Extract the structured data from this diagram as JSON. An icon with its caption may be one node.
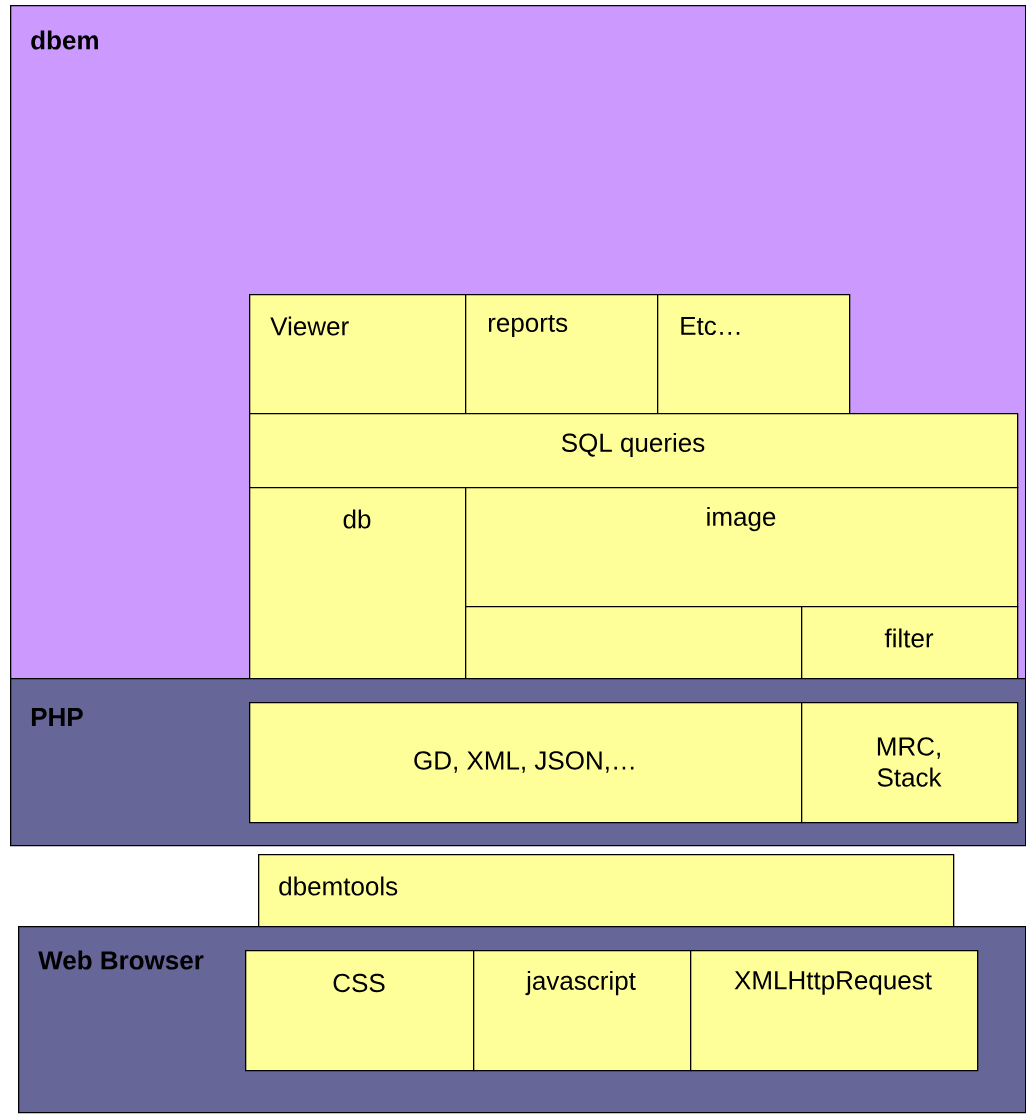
{
  "diagram": {
    "nodes": [
      {
        "text": [
          "dbem"
        ]
      },
      {
        "text": [
          "Viewer"
        ],
        "in": 0
      },
      {
        "text": [
          "reports"
        ],
        "in": 0
      },
      {
        "text": [
          "Etc…"
        ],
        "in": 0
      },
      {
        "text": [
          "SQL queries"
        ],
        "in": 0
      },
      {
        "text": [
          "db"
        ],
        "in": 0
      },
      {
        "text": [
          "image"
        ],
        "in": 0
      },
      {
        "text": [],
        "shape": "box",
        "in": 0
      },
      {
        "text": [
          "filter"
        ],
        "in": 0
      },
      {
        "text": [
          "PHP"
        ]
      },
      {
        "text": [
          "GD, XML, JSON,…"
        ],
        "in": 9
      },
      {
        "text": [
          "MRC, Stack"
        ],
        "in": 9
      },
      {
        "text": [
          "dbemtools"
        ]
      },
      {
        "text": [
          "Web Browser"
        ]
      },
      {
        "text": [
          "CSS"
        ],
        "in": 13
      },
      {
        "text": [
          "javascript"
        ],
        "in": 13
      },
      {
        "text": [
          "XMLHttpRequest"
        ],
        "in": 13
      }
    ]
  }
}
